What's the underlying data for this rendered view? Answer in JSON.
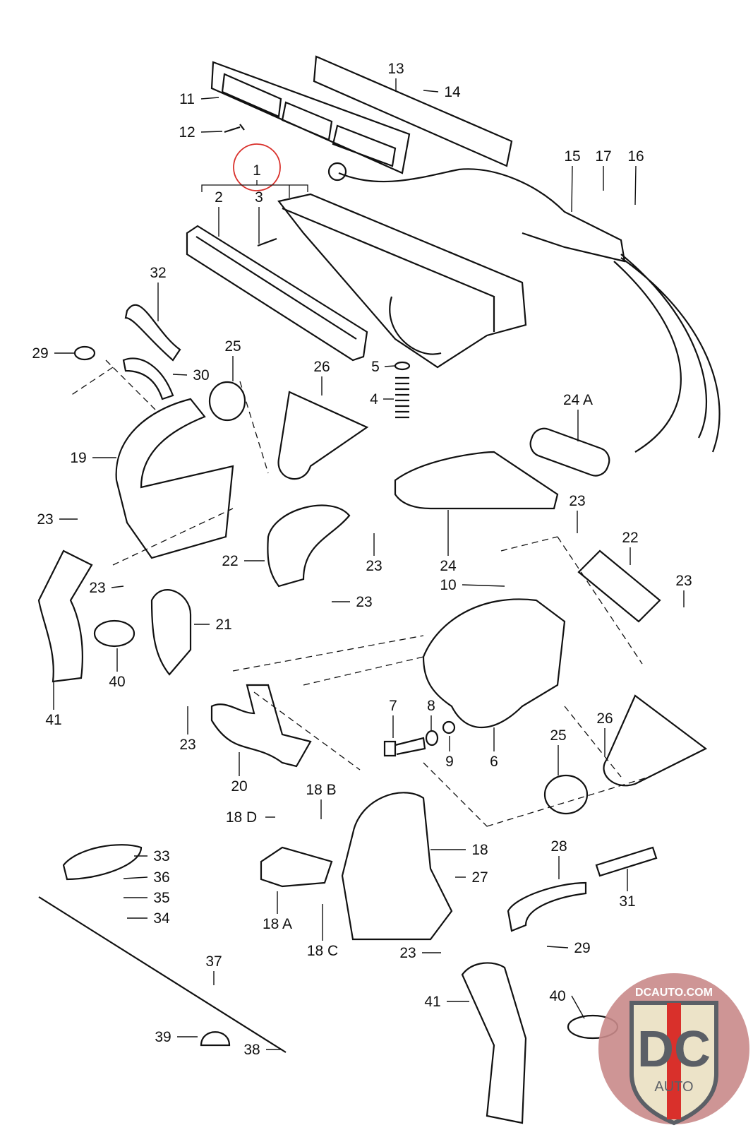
{
  "diagram": {
    "type": "exploded-parts-diagram",
    "highlight_color": "#d9302b",
    "highlighted_callout": "1",
    "callouts": [
      "13",
      "14",
      "11",
      "12",
      "1",
      "15",
      "17",
      "16",
      "2",
      "3",
      "32",
      "29",
      "25",
      "30",
      "26",
      "5",
      "4",
      "24 A",
      "19",
      "23",
      "23",
      "22",
      "22",
      "23",
      "24",
      "23",
      "23",
      "23",
      "10",
      "21",
      "40",
      "41",
      "7",
      "8",
      "9",
      "6",
      "23",
      "26",
      "25",
      "20",
      "18 B",
      "18 D",
      "18",
      "33",
      "28",
      "36",
      "27",
      "35",
      "34",
      "31",
      "18 A",
      "29",
      "18 C",
      "23",
      "37",
      "41",
      "39",
      "38",
      "40"
    ]
  },
  "watermark": {
    "text_top": "DCAUTO.COM",
    "text_main": "DC",
    "text_bottom": "AUTO",
    "colors": {
      "red": "#d9302b",
      "gray": "#5b5f66",
      "cream": "#ece3c8",
      "badge": "#c98a8a"
    }
  }
}
